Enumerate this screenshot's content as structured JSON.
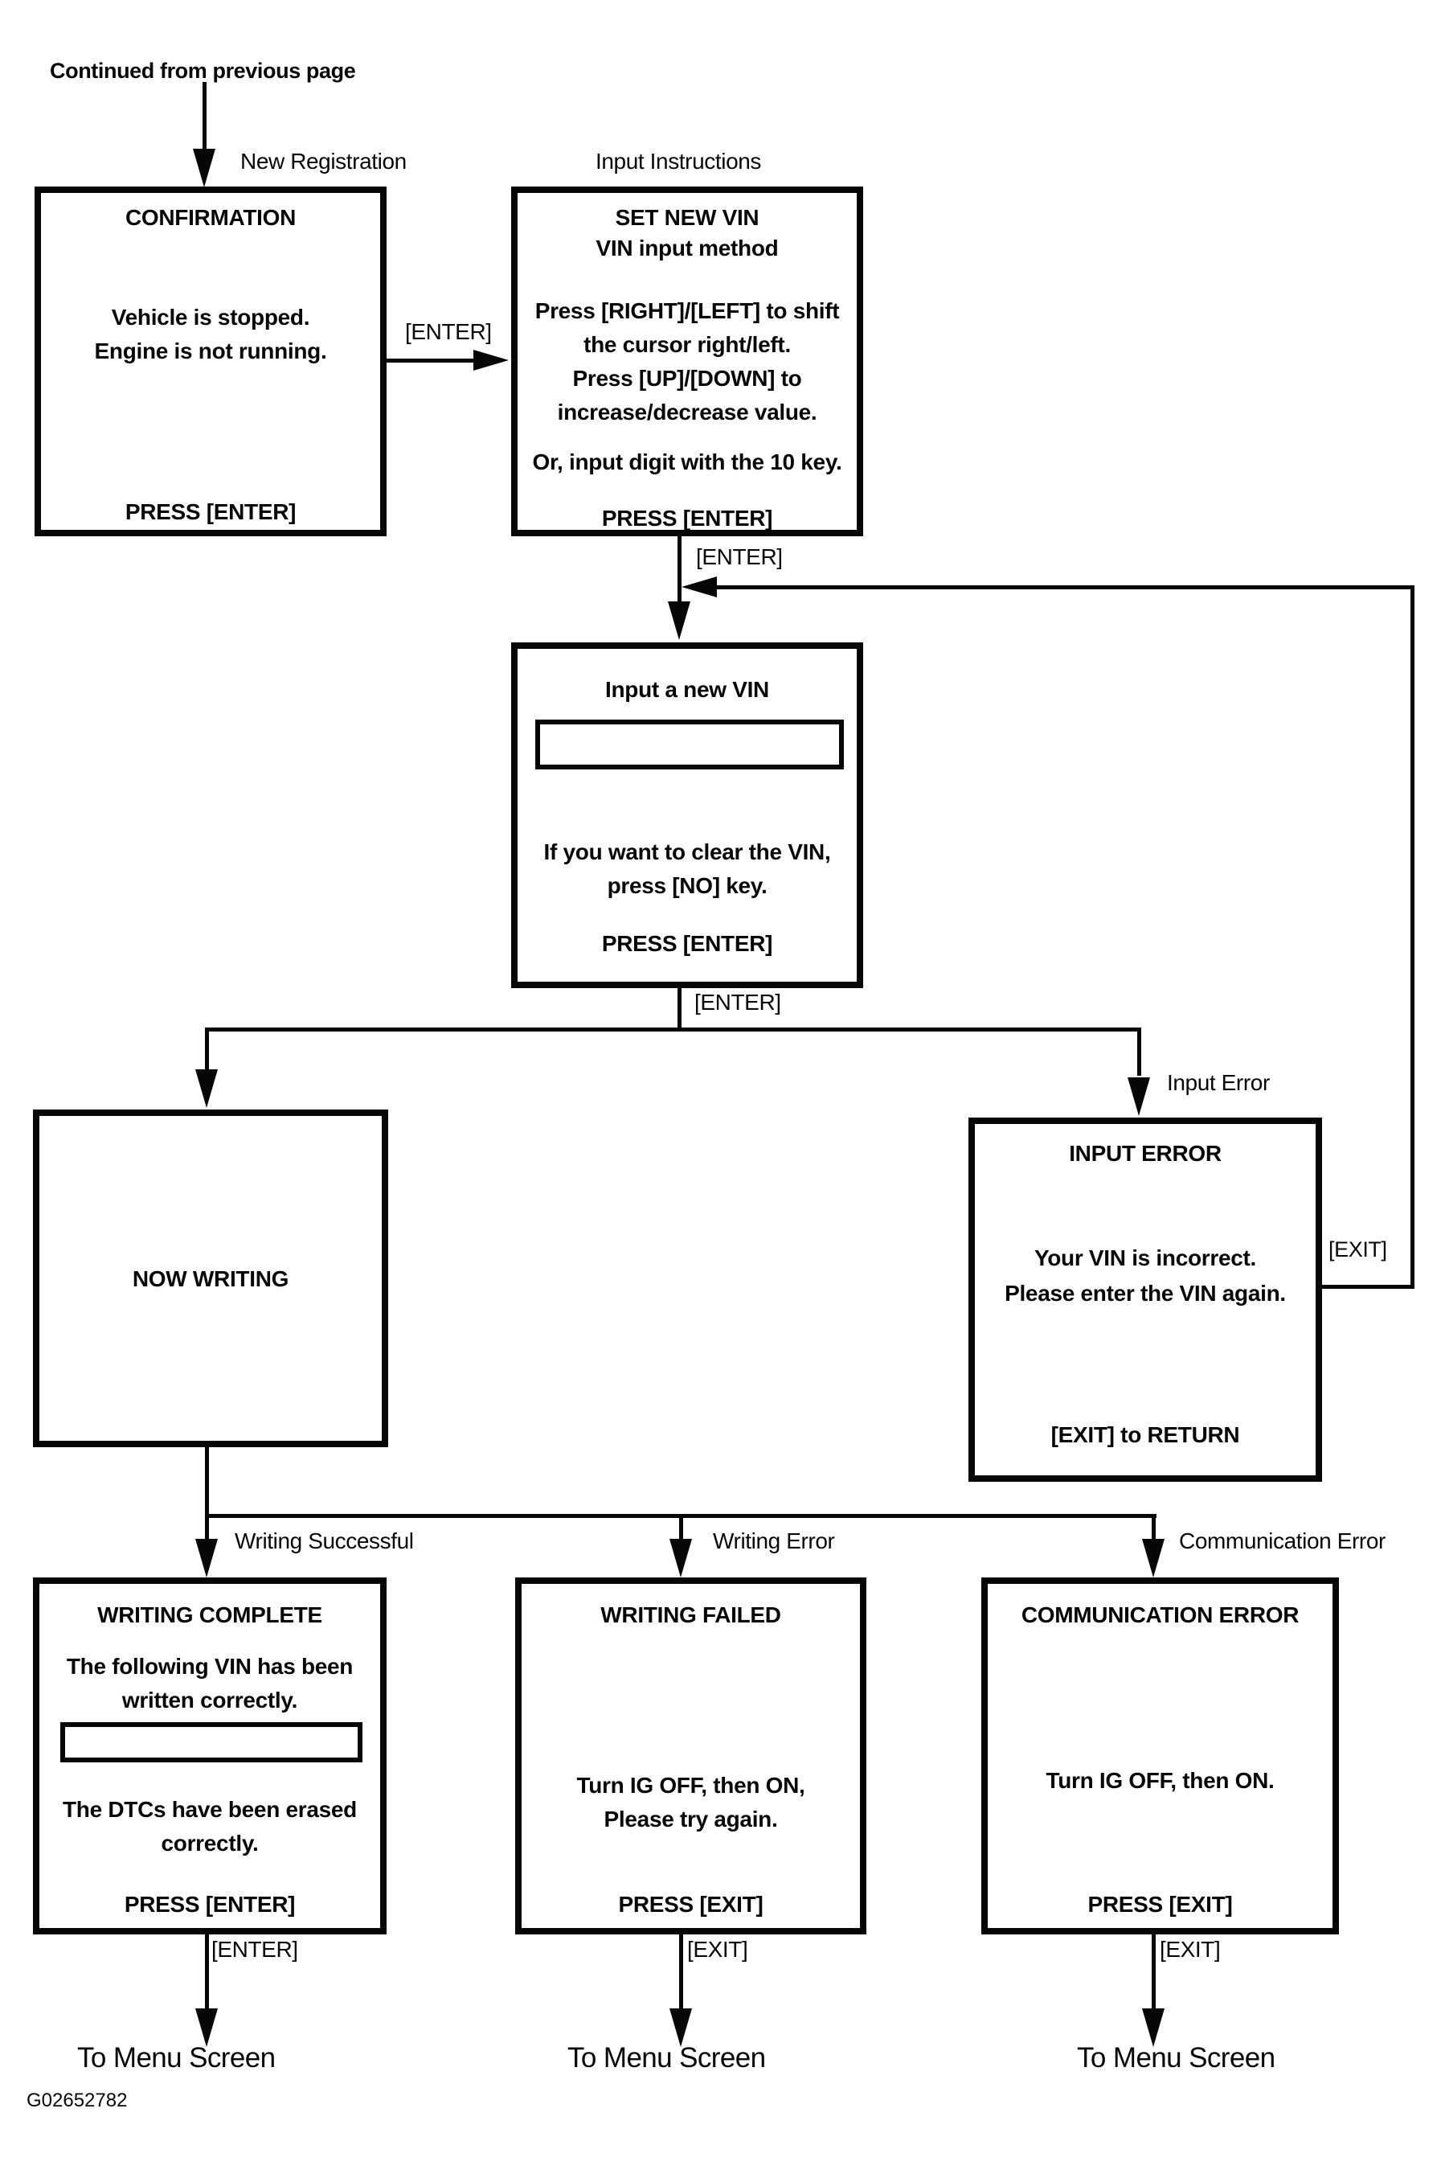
{
  "header": {
    "continued_from": "Continued from previous page"
  },
  "flow_labels": {
    "new_registration": "New Registration",
    "input_instructions": "Input Instructions",
    "enter_confirm": "[ENTER]",
    "enter_instructions": "[ENTER]",
    "enter_vin_submit": "[ENTER]",
    "exit_return_loop": "[EXIT]",
    "input_error": "Input Error",
    "writing_successful": "Writing Successful",
    "writing_error": "Writing Error",
    "communication_error": "Communication Error",
    "enter_complete": "[ENTER]",
    "exit_failed": "[EXIT]",
    "exit_comm_error": "[EXIT]",
    "to_menu_1": "To Menu Screen",
    "to_menu_2": "To Menu Screen",
    "to_menu_3": "To Menu Screen"
  },
  "screens": {
    "confirmation": {
      "title": "CONFIRMATION",
      "body": [
        "Vehicle is stopped.",
        "Engine is not running."
      ],
      "action": "PRESS [ENTER]"
    },
    "set_new_vin": {
      "title": "SET NEW VIN",
      "subtitle": "VIN input method",
      "body": [
        "Press [RIGHT]/[LEFT] to shift",
        "the cursor right/left.",
        "Press [UP]/[DOWN] to",
        "increase/decrease value."
      ],
      "note": "Or, input digit with the 10 key.",
      "action": "PRESS [ENTER]"
    },
    "input_new_vin": {
      "title": "Input a new VIN",
      "vin_field_value": "",
      "body": [
        "If you want to clear the VIN,",
        "press [NO] key."
      ],
      "action": "PRESS [ENTER]"
    },
    "now_writing": {
      "title": "NOW WRITING"
    },
    "input_error": {
      "title": "INPUT ERROR",
      "body": [
        "Your VIN is incorrect.",
        "Please enter the VIN again."
      ],
      "action": "[EXIT] to RETURN"
    },
    "writing_complete": {
      "title": "WRITING COMPLETE",
      "body": [
        "The following VIN has been",
        "written correctly."
      ],
      "vin_field_value": "",
      "body2": [
        "The DTCs have been erased",
        "correctly."
      ],
      "action": "PRESS [ENTER]"
    },
    "writing_failed": {
      "title": "WRITING FAILED",
      "body": [
        "Turn IG OFF, then ON,",
        "Please try again."
      ],
      "action": "PRESS [EXIT]"
    },
    "communication_error": {
      "title": "COMMUNICATION ERROR",
      "body": [
        "Turn IG OFF, then ON."
      ],
      "action": "PRESS [EXIT]"
    }
  },
  "figure_code": "G02652782"
}
